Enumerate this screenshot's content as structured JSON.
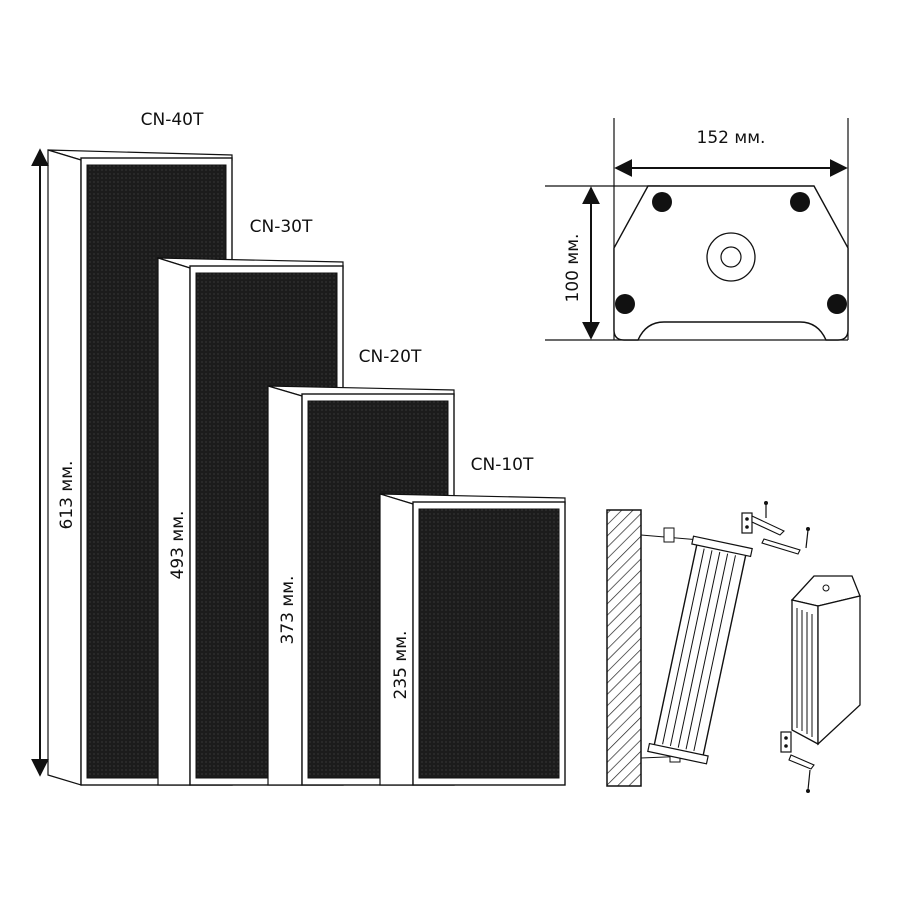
{
  "speakers": [
    {
      "model": "CN-40T",
      "height": "613 мм."
    },
    {
      "model": "CN-30T",
      "height": "493 мм."
    },
    {
      "model": "CN-20T",
      "height": "373 мм."
    },
    {
      "model": "CN-10T",
      "height": "235 мм."
    }
  ],
  "cross_section": {
    "width": "152 мм.",
    "depth": "100 мм."
  },
  "colors": {
    "line": "#111111",
    "grille": "#1a1a1a",
    "panel": "#ffffff"
  }
}
